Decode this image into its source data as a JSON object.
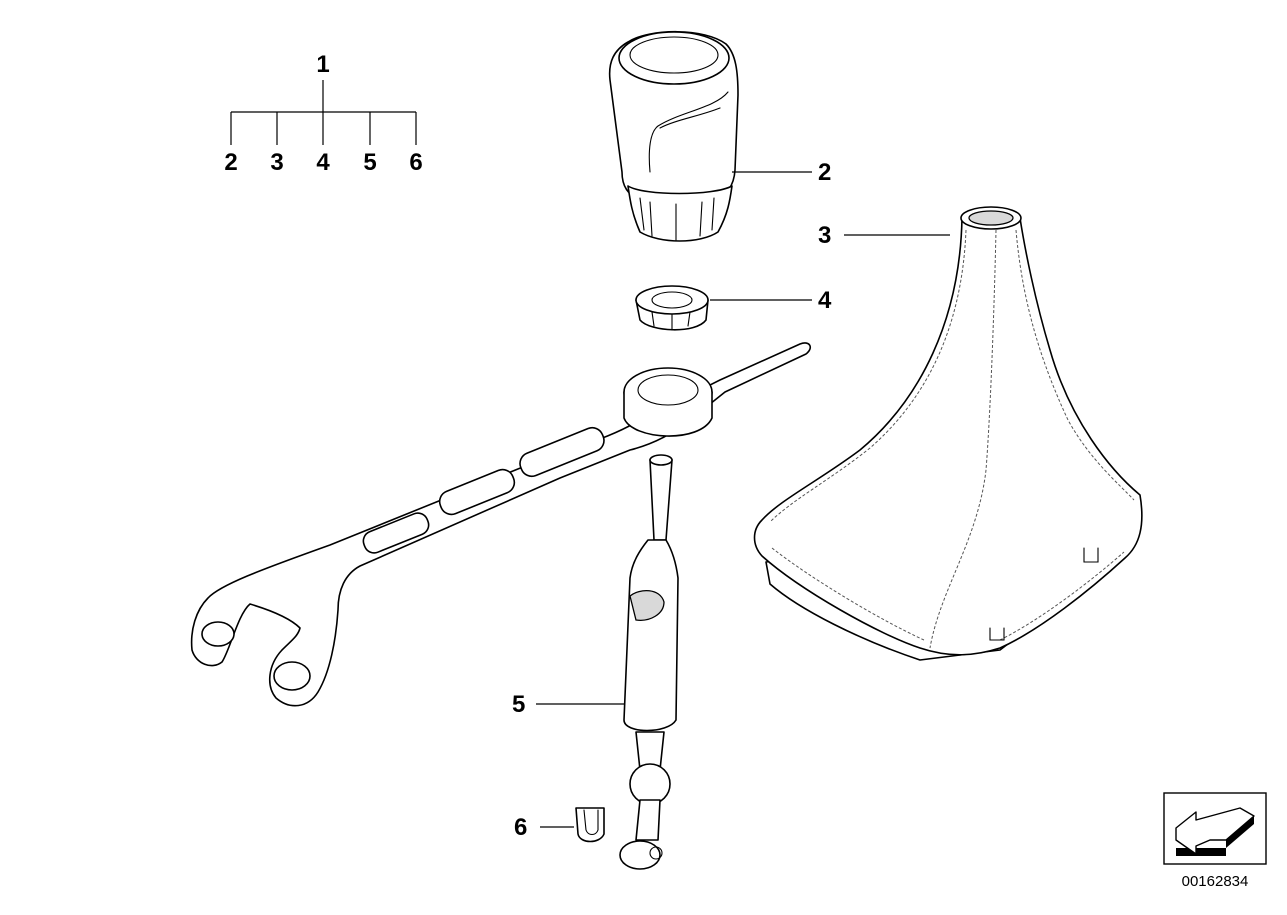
{
  "diagram": {
    "type": "exploded-parts-diagram",
    "tree": {
      "parent": "1",
      "children": [
        "2",
        "3",
        "4",
        "5",
        "6"
      ]
    },
    "callouts": [
      {
        "number": "2",
        "part": "shift-knob"
      },
      {
        "number": "3",
        "part": "shift-boot"
      },
      {
        "number": "4",
        "part": "adapter-ring"
      },
      {
        "number": "5",
        "part": "shift-lever"
      },
      {
        "number": "6",
        "part": "clip"
      }
    ],
    "document_number": "00162834",
    "stamp_icon": "direction-arrow-icon",
    "colors": {
      "line": "#000000",
      "background": "#ffffff",
      "shade": "#d9d9d9"
    }
  }
}
